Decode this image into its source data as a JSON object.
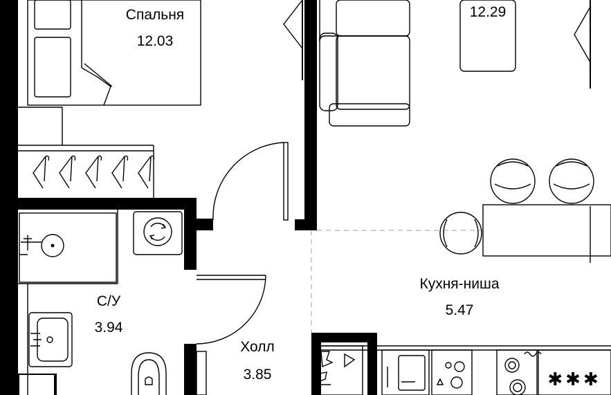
{
  "rooms": [
    {
      "id": "bedroom",
      "name": "Спальня",
      "area": "12.03"
    },
    {
      "id": "living",
      "name": "",
      "area": "12.29"
    },
    {
      "id": "bathroom",
      "name": "С/У",
      "area": "3.94"
    },
    {
      "id": "kitchen",
      "name": "Кухня-ниша",
      "area": "5.47"
    },
    {
      "id": "hall",
      "name": "Холл",
      "area": "3.85"
    }
  ],
  "colors": {
    "wall": "#000000",
    "line": "#000000",
    "zone_divider": "#bdbdbd",
    "background": "#ffffff"
  },
  "icons": [
    "bed-icon",
    "sofa-icon",
    "wardrobe-hangers-icon",
    "shower-icon",
    "washing-machine-icon",
    "sink-icon",
    "toilet-icon",
    "bar-stool-icon",
    "dishwasher-icon",
    "stove-icon"
  ]
}
